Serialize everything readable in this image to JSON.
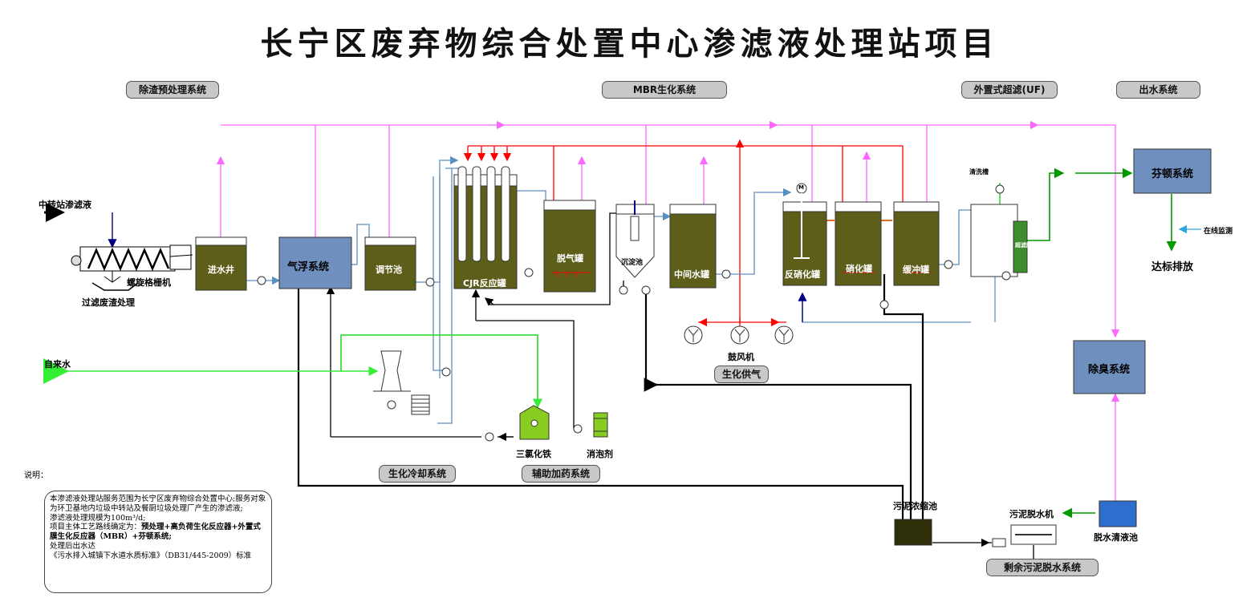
{
  "title": "长宁区废弃物综合处置中心渗滤液处理站项目",
  "sections": {
    "pretreat": "除渣预处理系统",
    "mbr": "MBR生化系统",
    "uf": "外置式超滤(UF)",
    "effluent": "出水系统",
    "air_supply": "生化供气",
    "cooling": "生化冷却系统",
    "dosing": "辅助加药系统",
    "sludge_dewater": "剩余污泥脱水系统"
  },
  "labels": {
    "inflow": "中转站渗滤液",
    "screen": "螺旋格栅机",
    "residue": "过滤废渣处理",
    "tap_water": "自来水",
    "inlet_well": "进水井",
    "flotation": "气浮系统",
    "equalization": "调节池",
    "cjr": "CJR反应罐",
    "degas": "脱气罐",
    "settling": "沉淀池",
    "middle_tank": "中间水罐",
    "denitrification": "反硝化罐",
    "nitrification": "硝化罐",
    "buffer": "缓冲罐",
    "blower": "鼓风机",
    "ferric": "三氯化铁",
    "defoamer": "消泡剂",
    "sludge_tank": "污泥浓缩池",
    "dewater_machine": "污泥脱水机",
    "filtrate_tank": "脱水清液池",
    "fenton": "芬顿系统",
    "online_monitor": "在线监测",
    "discharge": "达标排放",
    "deodor": "除臭系统",
    "cleaning_tank": "清洗槽",
    "membrane": "超滤膜",
    "motor": "M"
  },
  "notes": {
    "title": "说明：",
    "line1": "本渗滤液处理站服务范围为长宁区废弃物综合处置中心;服务对象为环卫基地内垃圾中转站及餐厨垃圾处理厂产生的渗滤液;",
    "line2": "渗滤液处理规模为100m³/d;",
    "line3a": "项目主体工艺路线确定为：",
    "line3b": "预处理+高负荷生化反应器+外置式膜生化反应器（MBR）+芬顿系统;",
    "line4": "处理后出水达",
    "line5": "《污水排入城镇下水道水质标准》（DB31/445-2009）标准"
  },
  "colors": {
    "tank_liquid": "#5e5e1b",
    "system_box": "#6f8fbe",
    "air_line": "#ff0000",
    "odor_line": "#ff66ff",
    "process_line": "#5b8fc4",
    "tap_water_line": "#33ee33",
    "effluent_line": "#009900",
    "sludge_line": "#000000",
    "ferric_tank": "#88cc22",
    "sludge_tank": "#2e2e08",
    "filtrate_tank": "#2e6fce"
  }
}
